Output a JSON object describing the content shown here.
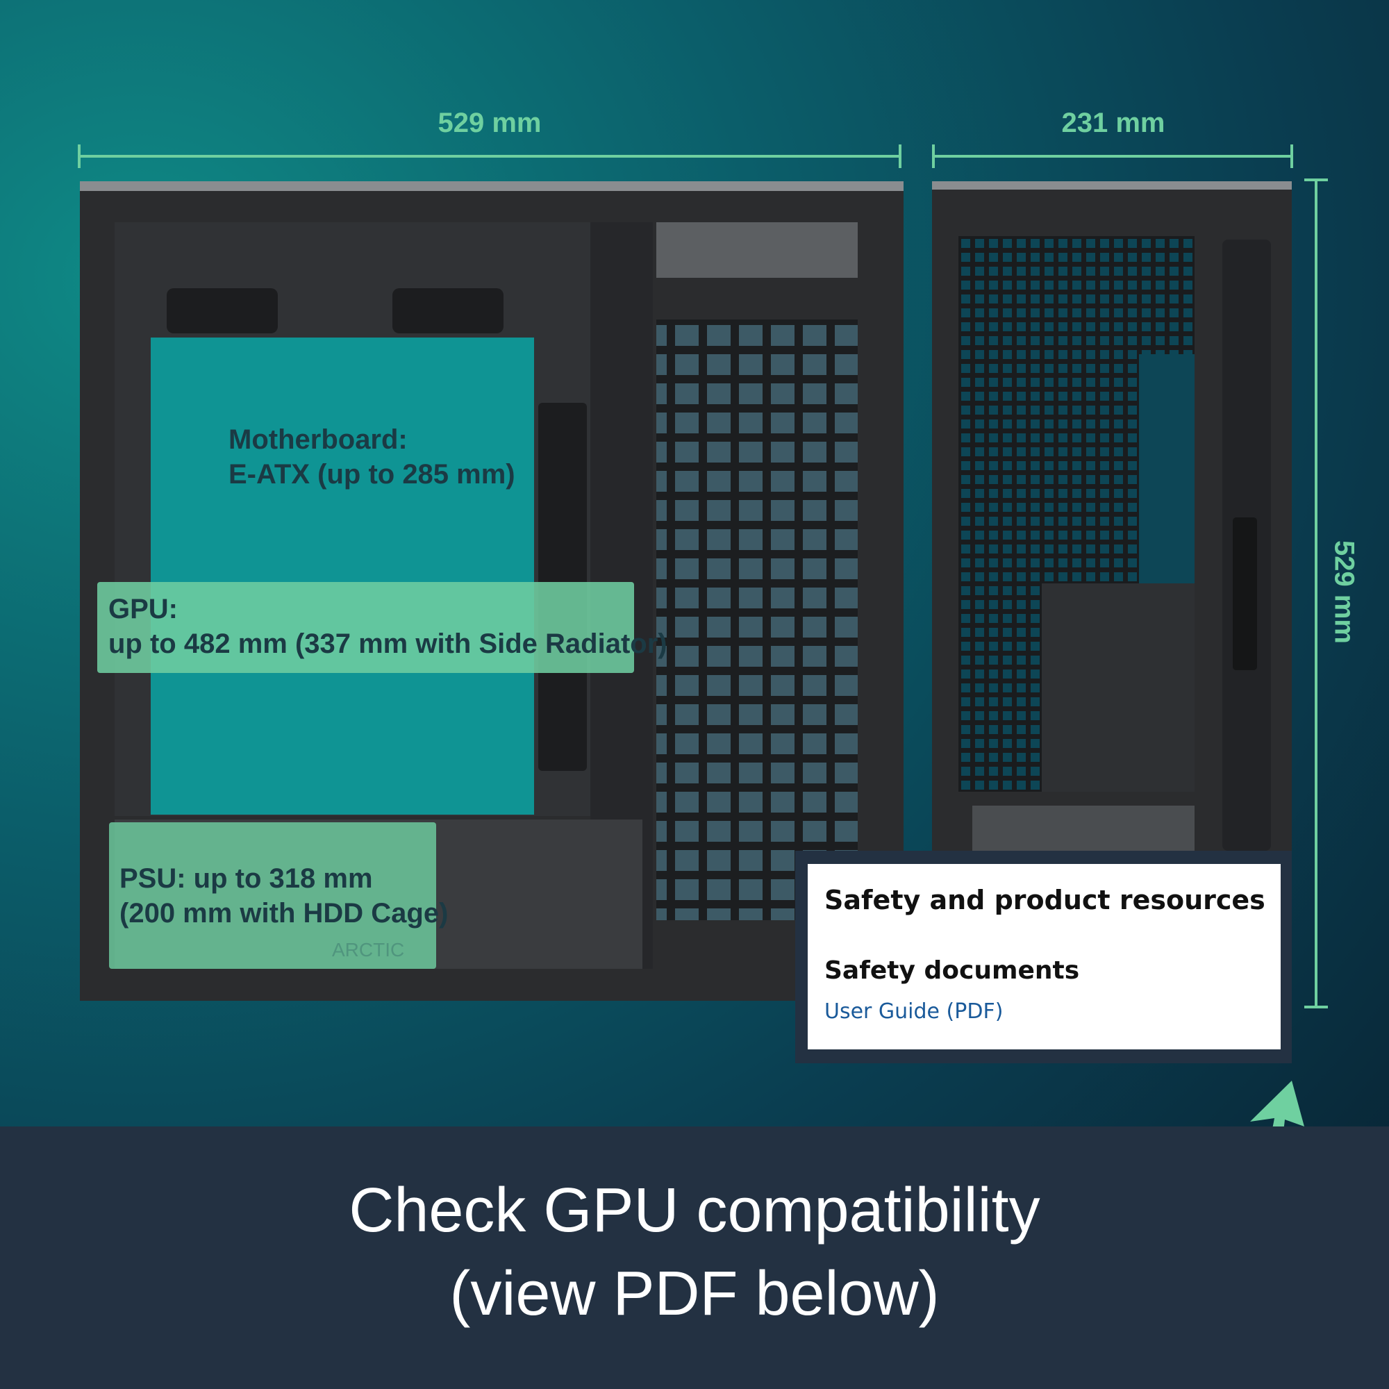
{
  "dimensions": {
    "length": "529 mm",
    "width": "231 mm",
    "height": "529 mm"
  },
  "overlays": {
    "motherboard": {
      "line1": "Motherboard:",
      "line2": "E-ATX (up to 285 mm)"
    },
    "gpu": {
      "line1": "GPU:",
      "line2": "up to 482 mm (337 mm with Side Radiator)"
    },
    "psu": {
      "line1": "PSU: up to 318 mm",
      "line2": "(200 mm with HDD Cage)"
    },
    "logo_text": "ARCTIC"
  },
  "resources": {
    "title": "Safety and product resources",
    "subtitle": "Safety documents",
    "link": "User Guide (PDF)"
  },
  "banner": {
    "line1": "Check GPU compatibility",
    "line2": "(view PDF below)"
  },
  "colors": {
    "accent": "#6fd0a0",
    "banner": "#233142",
    "link": "#1a5a9a",
    "motherboard_overlay": "#0e9a9a"
  }
}
